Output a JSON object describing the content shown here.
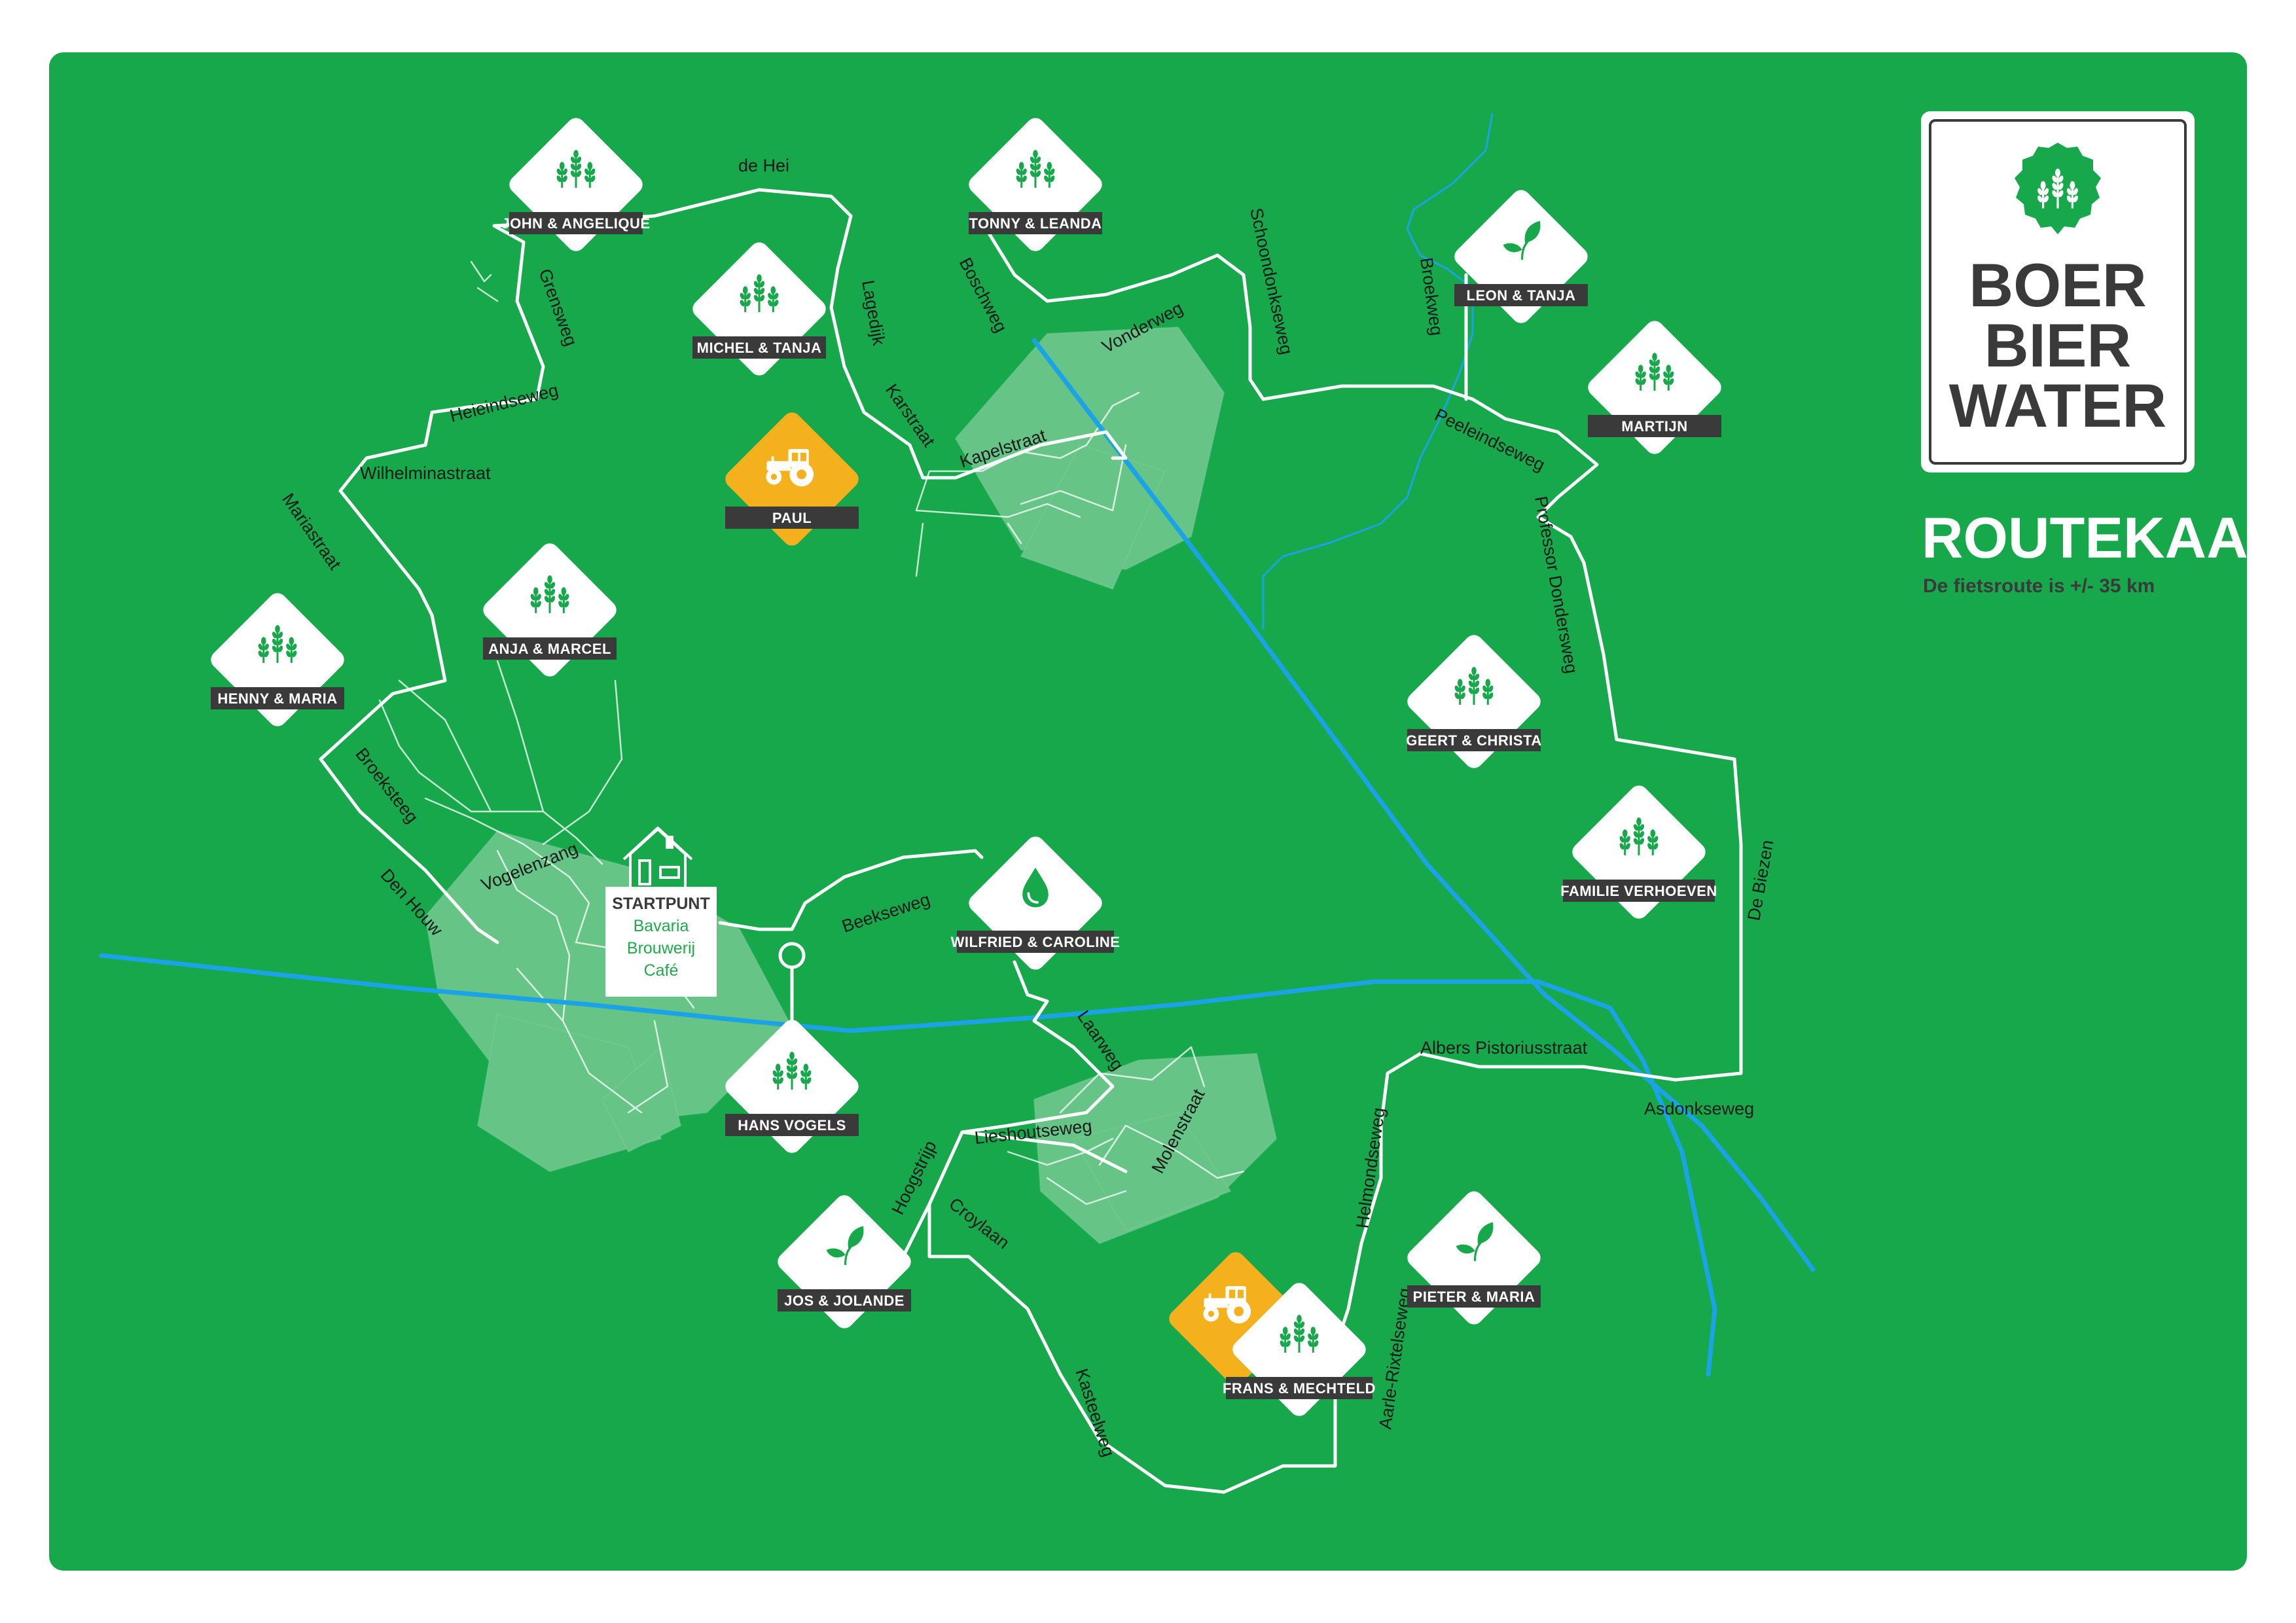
{
  "colors": {
    "background": "#17a84c",
    "route": "#ffffff",
    "water": "#1aa3e6",
    "badge_dark": "#3a3a3a",
    "tractor_badge": "#f5b01e",
    "village": "#c7e6cf"
  },
  "logo": {
    "lines": [
      "BOER",
      "BIER",
      "WATER"
    ],
    "icon": "wheat-seal-icon"
  },
  "title": "ROUTEKAART",
  "subtitle": "De fietsroute is +/- 35 km",
  "startpoint": {
    "title": "STARTPUNT",
    "lines": [
      "Bavaria",
      "Brouwerij",
      "Café"
    ],
    "icon": "house-icon"
  },
  "stops": [
    {
      "label": "JOHN & ANGELIQUE",
      "icon": "wheat-icon"
    },
    {
      "label": "TONNY & LEANDA",
      "icon": "wheat-icon"
    },
    {
      "label": "MICHEL & TANJA",
      "icon": "wheat-icon"
    },
    {
      "label": "LEON & TANJA",
      "icon": "leaf-icon"
    },
    {
      "label": "MARTIJN",
      "icon": "wheat-icon"
    },
    {
      "label": "PAUL",
      "icon": "tractor-icon"
    },
    {
      "label": "ANJA & MARCEL",
      "icon": "wheat-icon"
    },
    {
      "label": "HENNY & MARIA",
      "icon": "wheat-icon"
    },
    {
      "label": "GEERT & CHRISTA",
      "icon": "wheat-icon"
    },
    {
      "label": "FAMILIE VERHOEVEN",
      "icon": "wheat-icon"
    },
    {
      "label": "WILFRIED & CAROLINE",
      "icon": "water-drop-icon"
    },
    {
      "label": "HANS VOGELS",
      "icon": "wheat-icon"
    },
    {
      "label": "JOS & JOLANDE",
      "icon": "leaf-icon"
    },
    {
      "label": "PIETER & MARIA",
      "icon": "leaf-icon"
    },
    {
      "label": "FRANS & MECHTELD",
      "icon": "wheat-icon"
    }
  ],
  "roads": [
    "de Hei",
    "Grensweg",
    "Lagedijk",
    "Boschweg",
    "Schoondonkseweg",
    "Broekweg",
    "Vonderweg",
    "Heieindseweg",
    "Karstraat",
    "Kapelstraat",
    "Wilhelminastraat",
    "Peeleindseweg",
    "Mariastraat",
    "Professor Dondersweg",
    "Broeksteeg",
    "Vogelenzang",
    "Den Houw",
    "Beekseweg",
    "De Biezen",
    "Laarweg",
    "Albers Pistoriusstraat",
    "Asdonkseweg",
    "Lieshoutseweg",
    "Molenstraat",
    "Hoogstrijp",
    "Croylaan",
    "Helmondseweg",
    "Aarle-Rixtelseweg",
    "Kasteelweg"
  ]
}
